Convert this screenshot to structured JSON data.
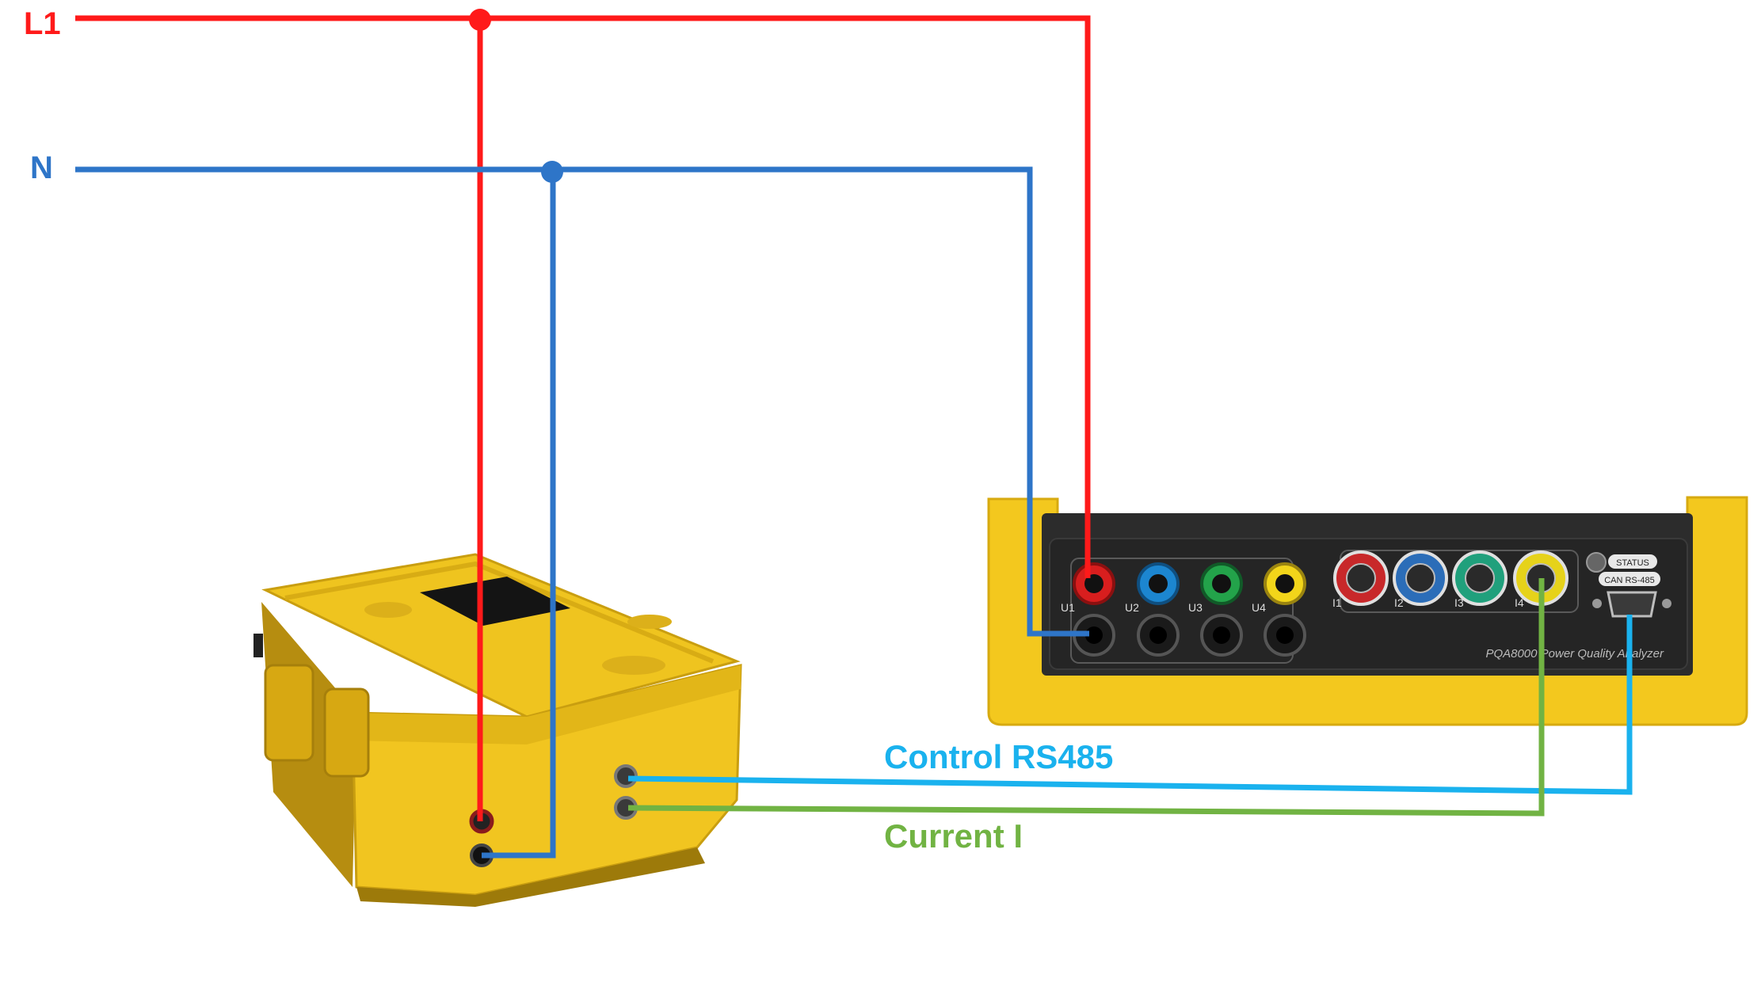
{
  "lines": {
    "l1": {
      "label": "L1",
      "color": "#ff1a1a"
    },
    "n": {
      "label": "N",
      "color": "#2e75c8"
    }
  },
  "connections": {
    "control": {
      "label": "Control RS485",
      "color": "#1ab2ee"
    },
    "current": {
      "label": "Current I",
      "color": "#71b343"
    }
  },
  "analyzer": {
    "voltage_inputs": [
      "U1",
      "U2",
      "U3",
      "U4"
    ],
    "current_inputs": [
      "I1",
      "I2",
      "I3",
      "I4"
    ],
    "status_label": "STATUS",
    "port_label": "CAN RS-485",
    "model_text": "PQA8000 Power Quality Analyzer",
    "body_color": "#f3c81e",
    "panel_color": "#2c2c2c"
  },
  "case": {
    "body_color": "#e9bd1a"
  },
  "terminal_colors": {
    "u1": "#d81e1e",
    "u2": "#1c86d0",
    "u3": "#23a34a",
    "u4": "#f2d51a",
    "i1": "#c8282a",
    "i2": "#2b6db8",
    "i3": "#20a07c",
    "i4": "#e6d21a"
  }
}
